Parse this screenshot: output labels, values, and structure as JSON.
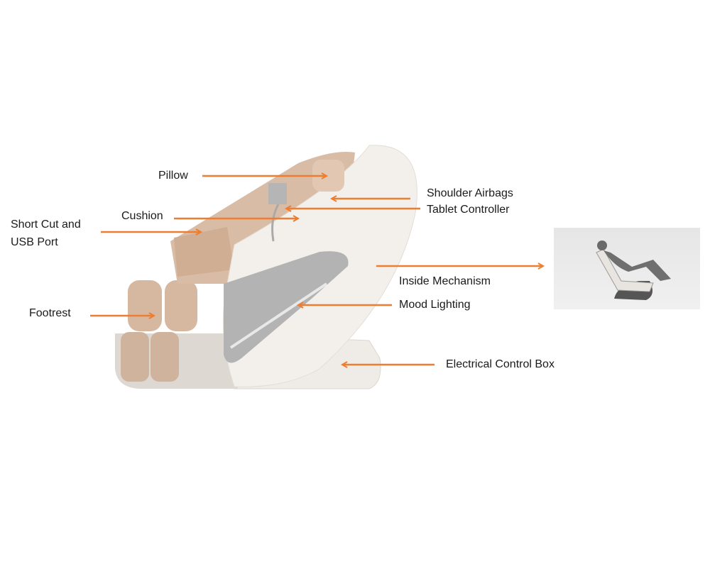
{
  "labels": {
    "pillow": "Pillow",
    "shoulder_airbags": "Shoulder Airbags",
    "tablet_controller": "Tablet Controller",
    "cushion": "Cushion",
    "short_cut_line1": "Short Cut and",
    "short_cut_line2": "USB Port",
    "inside_mechanism": "Inside Mechanism",
    "footrest": "Footrest",
    "mood_lighting": "Mood Lighting",
    "electrical_control_box": "Electrical Control Box"
  },
  "colors": {
    "arrow": "#ed7d31",
    "upholstery": "#d8b9a0",
    "shell": "#f1ede8",
    "trim": "#a9a9a9"
  }
}
